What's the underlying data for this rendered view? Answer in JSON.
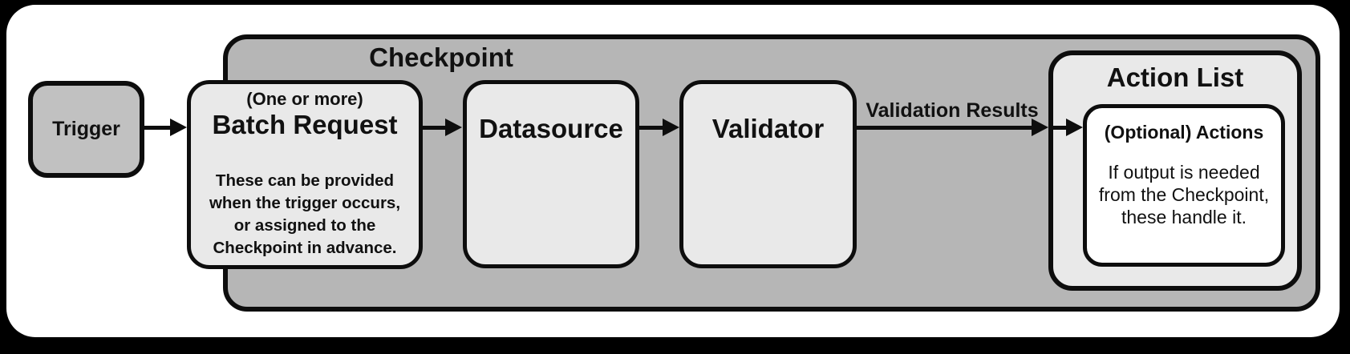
{
  "colors": {
    "background": "#000000",
    "canvas": "#ffffff",
    "checkpoint_fill": "#b6b6b6",
    "trigger_fill": "#c1c1c1",
    "node_fill": "#e9e9e9",
    "action_list_fill": "#e9e9e9",
    "actions_fill": "#ffffff",
    "border": "#0d0d0d",
    "text": "#111111"
  },
  "nodes": {
    "trigger": {
      "label": "Trigger"
    },
    "checkpoint": {
      "title": "Checkpoint"
    },
    "batch_request": {
      "qualifier": "(One or more)",
      "title": "Batch Request",
      "description_lines": [
        "These can be provided",
        "when the trigger occurs,",
        "or assigned to the",
        "Checkpoint in advance."
      ]
    },
    "datasource": {
      "title": "Datasource"
    },
    "validator": {
      "title": "Validator"
    },
    "action_list": {
      "title": "Action List",
      "actions": {
        "title": "(Optional) Actions",
        "description_lines": [
          "If output is needed",
          "from the Checkpoint,",
          "these handle it."
        ]
      }
    }
  },
  "edges": {
    "validator_to_action_list": {
      "label": "Validation Results"
    }
  }
}
